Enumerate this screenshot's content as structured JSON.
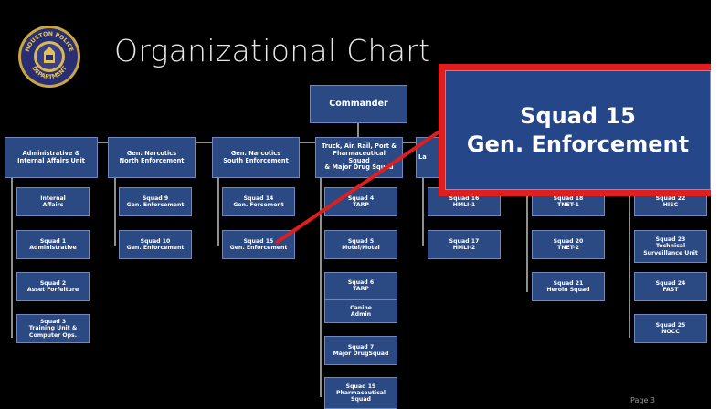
{
  "title": "Organizational Chart",
  "logo": {
    "top_text": "HOUSTON POLICE",
    "bottom_text": "DEPARTMENT"
  },
  "commander": [
    "Commander"
  ],
  "columns": [
    {
      "header": [
        "Administrative &",
        "Internal Affairs Unit"
      ],
      "items": [
        [
          "Internal",
          "Affairs"
        ],
        [
          "Squad 1",
          "Administrative"
        ],
        [
          "Squad 2",
          "Asset Forfeiture"
        ],
        [
          "Squad 3",
          "Training Unit &",
          "Computer Ops."
        ]
      ]
    },
    {
      "header": [
        "Gen. Narcotics",
        "North Enforcement"
      ],
      "items": [
        [
          "Squad 9",
          "Gen. Enforcement"
        ],
        [
          "Squad 10",
          "Gen. Enforcement"
        ]
      ]
    },
    {
      "header": [
        "Gen. Narcotics",
        "South Enforcement"
      ],
      "items": [
        [
          "Squad 14",
          "Gen. Forcement"
        ],
        [
          "Squad 15",
          "Gen. Enforcement"
        ]
      ]
    },
    {
      "header": [
        "Truck, Air, Rail, Port &",
        "Pharmaceutical",
        "Squad",
        "& Major Drug Squad"
      ],
      "items": [
        [
          "Squad 4",
          "TARP"
        ],
        [
          "Squad 5",
          "Motel/Motel"
        ],
        [
          "Squad 6",
          "TARP"
        ],
        [
          "Canine",
          "Admin"
        ],
        [
          "Squad 7",
          "Major DrugSquad"
        ],
        [
          "Squad 19",
          "Pharmaceutical",
          "Squad"
        ]
      ]
    },
    {
      "header": [
        "La"
      ],
      "items": [
        [
          "Squad 16",
          "HMLI-1"
        ],
        [
          "Squad 17",
          "HMLI-2"
        ]
      ]
    },
    {
      "items": [
        [
          "Squad 18",
          "TNET-1"
        ],
        [
          "Squad 20",
          "TNET-2"
        ],
        [
          "Squad 21",
          "Heroin Squad"
        ]
      ]
    },
    {
      "items": [
        [
          "Squad 22",
          "HISC"
        ],
        [
          "Squad 23",
          "Technical",
          "Surveillance Unit"
        ],
        [
          "Squad 24",
          "FAST"
        ],
        [
          "Squad 25",
          "NOCC"
        ]
      ]
    }
  ],
  "callout": [
    "Squad 15",
    "Gen. Enforcement"
  ],
  "page_label": "Page 3",
  "colors": {
    "box": "#2b4a84",
    "box_border": "#6f88bd",
    "callout_border": "#e01e1e",
    "background": "#000000"
  }
}
